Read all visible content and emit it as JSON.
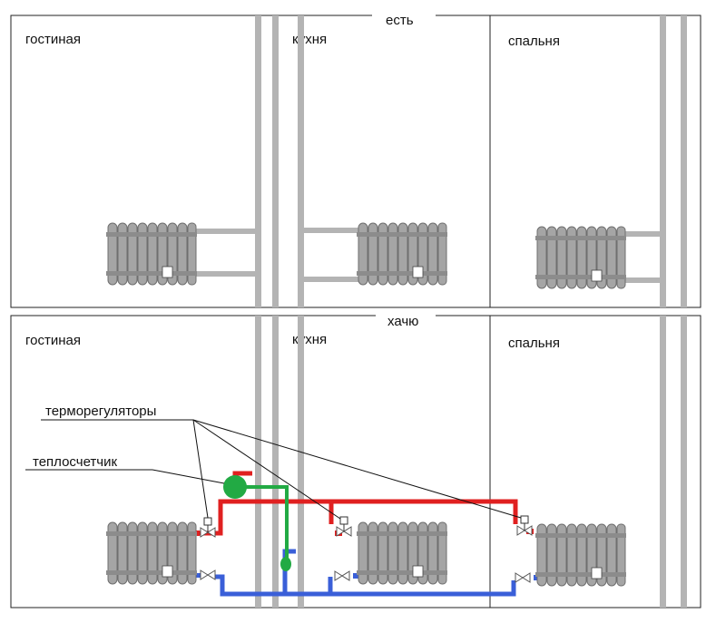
{
  "top_panel": {
    "title": "есть",
    "rooms": [
      "гостиная",
      "кухня",
      "спальня"
    ]
  },
  "bottom_panel": {
    "title": "хачю",
    "rooms": [
      "гостиная",
      "кухня",
      "спальня"
    ],
    "annotations": {
      "thermoregulators": "терморегуляторы",
      "heat_meter": "теплосчетчик"
    }
  },
  "colors": {
    "supply_pipe": "#e02020",
    "return_pipe": "#3a5fd8",
    "meter_line": "#22aa44",
    "riser_pipe": "#b4b4b4",
    "radiator": "#9a9a9a"
  }
}
